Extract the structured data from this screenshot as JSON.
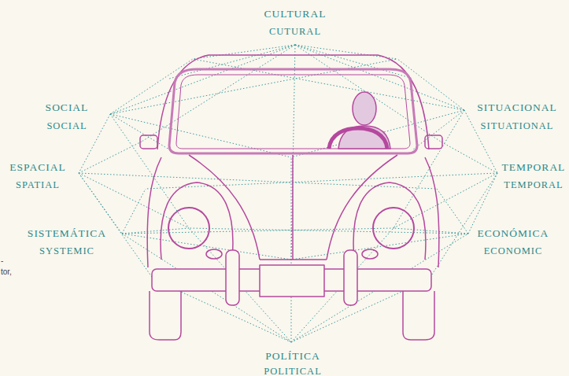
{
  "diagram": {
    "labels": [
      "CULTURAL",
      "CUTURAL",
      "SOCIAL",
      "SOCIAL",
      "SITUACIONAL",
      "SITUATIONAL",
      "ESPACIAL",
      "SPATIAL",
      "TEMPORAL",
      "TEMPORAL",
      "SISTEMÁTICA",
      "SYSTEMIC",
      "ECONÓMICA",
      "ECONOMIC",
      "-",
      "tor,",
      "POLÍTICA",
      "POLITICAL"
    ]
  }
}
